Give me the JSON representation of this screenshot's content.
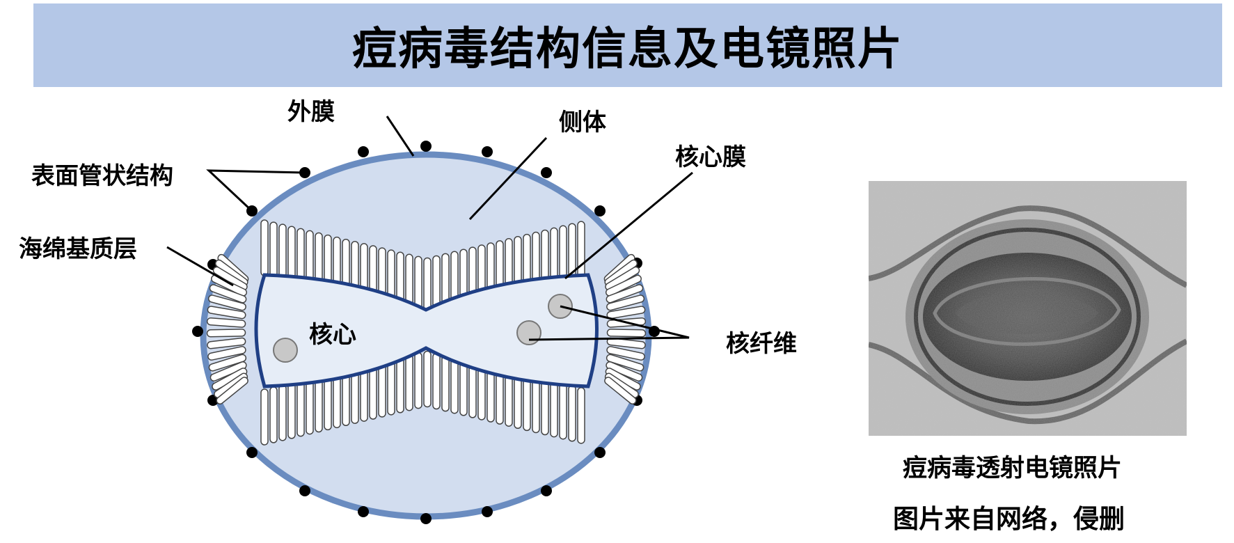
{
  "title": "痘病毒结构信息及电镜照片",
  "diagram": {
    "labels": {
      "outer_membrane": "外膜",
      "surface_tubules": "表面管状结构",
      "lateral_body": "侧体",
      "core_membrane": "核心膜",
      "sponge_matrix": "海绵基质层",
      "core": "核心",
      "core_fibers": "核纤维"
    }
  },
  "photo": {
    "caption": "痘病毒透射电镜照片",
    "source_note": "图片来自网络，侵删"
  },
  "colors": {
    "title_bg": "#b4c7e7",
    "virion_fill": "#d2ddef",
    "virion_border": "#6a8cc0",
    "core_fill": "#e6edf7",
    "core_border": "#1f3f85"
  }
}
